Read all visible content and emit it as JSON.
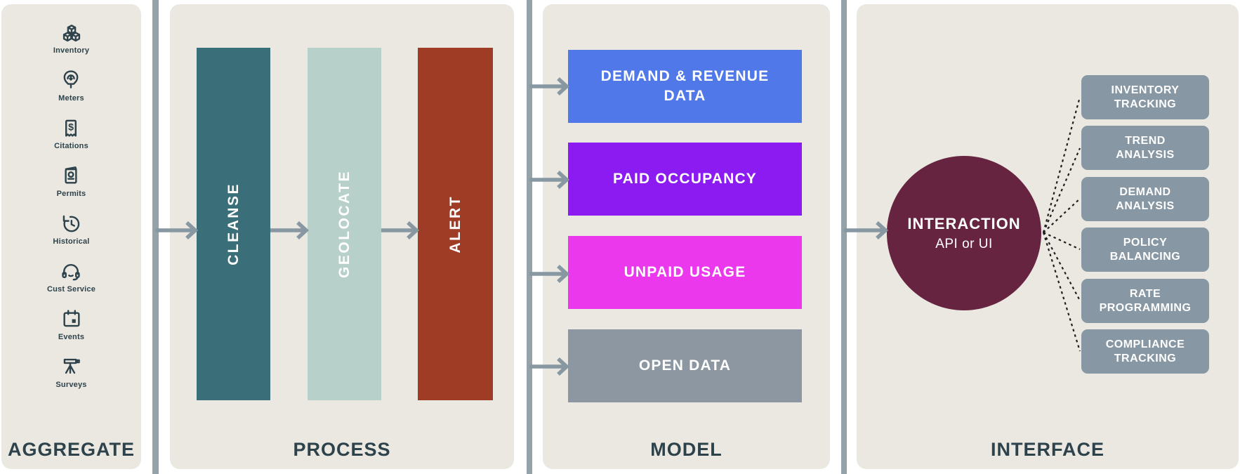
{
  "colors": {
    "panel_bg": "#eae8e1",
    "divider": "#95a3a9",
    "arrow": "#8798a2",
    "heading_text": "#2e424b",
    "dotted_line": "#1f1f1f",
    "cleanse": "#3a6e79",
    "geolocate": "#b7d1ca",
    "alert": "#9e3c26",
    "demand_revenue": "#5078e8",
    "paid_occupancy": "#8c1bf2",
    "unpaid_usage": "#ec38ec",
    "open_data": "#8c97a1",
    "hub": "#662441",
    "output_box": "#8797a3"
  },
  "panels": {
    "aggregate": {
      "title": "AGGREGATE",
      "items": [
        {
          "label": "Inventory",
          "icon": "inventory-cubes-icon"
        },
        {
          "label": "Meters",
          "icon": "parking-meter-icon"
        },
        {
          "label": "Citations",
          "icon": "dollar-receipt-icon"
        },
        {
          "label": "Permits",
          "icon": "permit-booklet-icon"
        },
        {
          "label": "Historical",
          "icon": "history-clock-icon"
        },
        {
          "label": "Cust Service",
          "icon": "headset-icon"
        },
        {
          "label": "Events",
          "icon": "calendar-icon"
        },
        {
          "label": "Surveys",
          "icon": "survey-tripod-icon"
        }
      ]
    },
    "process": {
      "title": "PROCESS",
      "stages": [
        {
          "label": "CLEANSE",
          "color": "#3a6e79"
        },
        {
          "label": "GEOLOCATE",
          "color": "#b7d1ca"
        },
        {
          "label": "ALERT",
          "color": "#9e3c26"
        }
      ]
    },
    "model": {
      "title": "MODEL",
      "boxes": [
        {
          "label": "DEMAND & REVENUE DATA",
          "lines": [
            "DEMAND & REVENUE",
            "DATA"
          ],
          "color": "#5078e8"
        },
        {
          "label": "PAID OCCUPANCY",
          "lines": [
            "PAID OCCUPANCY"
          ],
          "color": "#8c1bf2"
        },
        {
          "label": "UNPAID USAGE",
          "lines": [
            "UNPAID USAGE"
          ],
          "color": "#ec38ec"
        },
        {
          "label": "OPEN DATA",
          "lines": [
            "OPEN DATA"
          ],
          "color": "#8c97a1"
        }
      ]
    },
    "interface": {
      "title": "INTERFACE",
      "hub": {
        "title": "INTERACTION",
        "subtitle": "API or UI",
        "color": "#662441"
      },
      "outputs": [
        {
          "label": "INVENTORY TRACKING",
          "lines": [
            "INVENTORY",
            "TRACKING"
          ]
        },
        {
          "label": "TREND ANALYSIS",
          "lines": [
            "TREND",
            "ANALYSIS"
          ]
        },
        {
          "label": "DEMAND ANALYSIS",
          "lines": [
            "DEMAND",
            "ANALYSIS"
          ]
        },
        {
          "label": "POLICY BALANCING",
          "lines": [
            "POLICY",
            "BALANCING"
          ]
        },
        {
          "label": "RATE PROGRAMMING",
          "lines": [
            "RATE",
            "PROGRAMMING"
          ]
        },
        {
          "label": "COMPLIANCE TRACKING",
          "lines": [
            "COMPLIANCE",
            "TRACKING"
          ]
        }
      ]
    }
  }
}
